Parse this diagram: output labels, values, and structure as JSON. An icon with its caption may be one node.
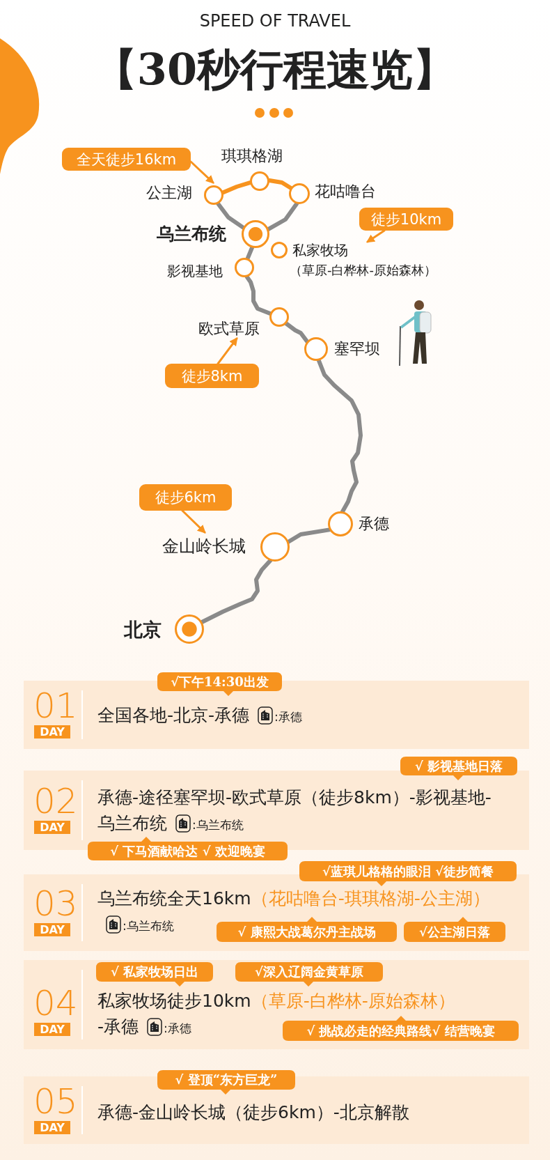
{
  "diagram": {
    "title": "【30秒行程速览】",
    "nodes": [
      {
        "text": [
          "全天徒步16km"
        ]
      },
      {
        "text": [
          "琪琪格湖"
        ]
      },
      {
        "text": [
          "公主湖"
        ]
      },
      {
        "text": [
          "花咕噜台"
        ]
      },
      {
        "text": [
          "乌兰布统"
        ]
      },
      {
        "text": [
          "徒步10km"
        ]
      },
      {
        "text": [
          "私家牧场",
          "（草原-白桦林-原始森林）"
        ]
      },
      {
        "text": [
          "影视基地"
        ]
      },
      {
        "text": [
          "欧式草原"
        ]
      },
      {
        "text": [
          "塞罕坝"
        ]
      },
      {
        "text": [
          "徒步8km"
        ]
      },
      {
        "text": [
          "徒步6km"
        ]
      },
      {
        "text": [
          "承德"
        ]
      },
      {
        "text": [
          "金山岭长城"
        ]
      },
      {
        "text": [
          "北京"
        ]
      },
      {
        "text": [
          "01",
          "DAY",
          "全国各地-北京-承德",
          ":承德"
        ]
      },
      {
        "text": [
          "√下午14:30出发"
        ]
      },
      {
        "text": [
          "√ 影视基地日落"
        ]
      },
      {
        "text": [
          "02",
          "DAY",
          "承德-途径塞罕坝-欧式草原（徒步8km）-影视基地-乌兰布统",
          ":乌兰布统"
        ]
      },
      {
        "text": [
          "√ 下马酒献哈达 √ 欢迎晚宴"
        ]
      },
      {
        "text": [
          "√蓝琪儿格格的眼泪 √徒步简餐"
        ]
      },
      {
        "text": [
          "03",
          "DAY",
          "乌兰布统全天16km",
          "（花咕噜台-琪琪格湖-公主湖）",
          ":乌兰布统"
        ]
      },
      {
        "text": [
          "√ 康熙大战葛尔丹主战场"
        ],
        "in": 21
      },
      {
        "text": [
          "√公主湖日落"
        ],
        "in": 21
      },
      {
        "text": [
          "√ 私家牧场日出"
        ],
        "in": 26
      },
      {
        "text": [
          "√深入辽阔金黄草原"
        ],
        "in": 26
      },
      {
        "text": [
          "04",
          "DAY",
          "私家牧场徒步10km",
          "（草原-白桦林-原始森林）",
          "-承德",
          ":承德"
        ]
      },
      {
        "text": [
          "√ 挑战必走的经典路线√ 结营晚宴"
        ],
        "in": 26
      },
      {
        "text": [
          "√ 登顶“东方巨龙”"
        ]
      },
      {
        "text": [
          "05",
          "DAY",
          "承德-金山岭长城（徒步6km）-北京解散"
        ]
      }
    ],
    "edges": [
      {
        "from": 14,
        "to": 13,
        "arrow": "none"
      },
      {
        "from": 13,
        "to": 12,
        "arrow": "none"
      },
      {
        "from": 12,
        "to": 9,
        "arrow": "none"
      },
      {
        "from": 9,
        "to": 8,
        "arrow": "none"
      },
      {
        "from": 8,
        "to": 7,
        "arrow": "none"
      },
      {
        "from": 7,
        "to": 4,
        "arrow": "none"
      },
      {
        "from": 4,
        "to": 2,
        "arrow": "none"
      },
      {
        "from": 2,
        "to": 1,
        "arrow": "none",
        "color": "#f7931e"
      },
      {
        "from": 1,
        "to": 3,
        "arrow": "none",
        "color": "#f7931e"
      },
      {
        "from": 3,
        "to": 4,
        "arrow": "none"
      },
      {
        "from": 0,
        "to": 2,
        "arrow": "to",
        "color": "#f7931e"
      },
      {
        "from": 5,
        "to": 6,
        "arrow": "to",
        "color": "#f7931e"
      },
      {
        "from": 10,
        "to": 8,
        "arrow": "to",
        "color": "#f7931e"
      },
      {
        "from": 11,
        "to": 13,
        "arrow": "to",
        "color": "#f7931e"
      }
    ],
    "labels": [
      "SPEED OF TRAVEL"
    ]
  }
}
